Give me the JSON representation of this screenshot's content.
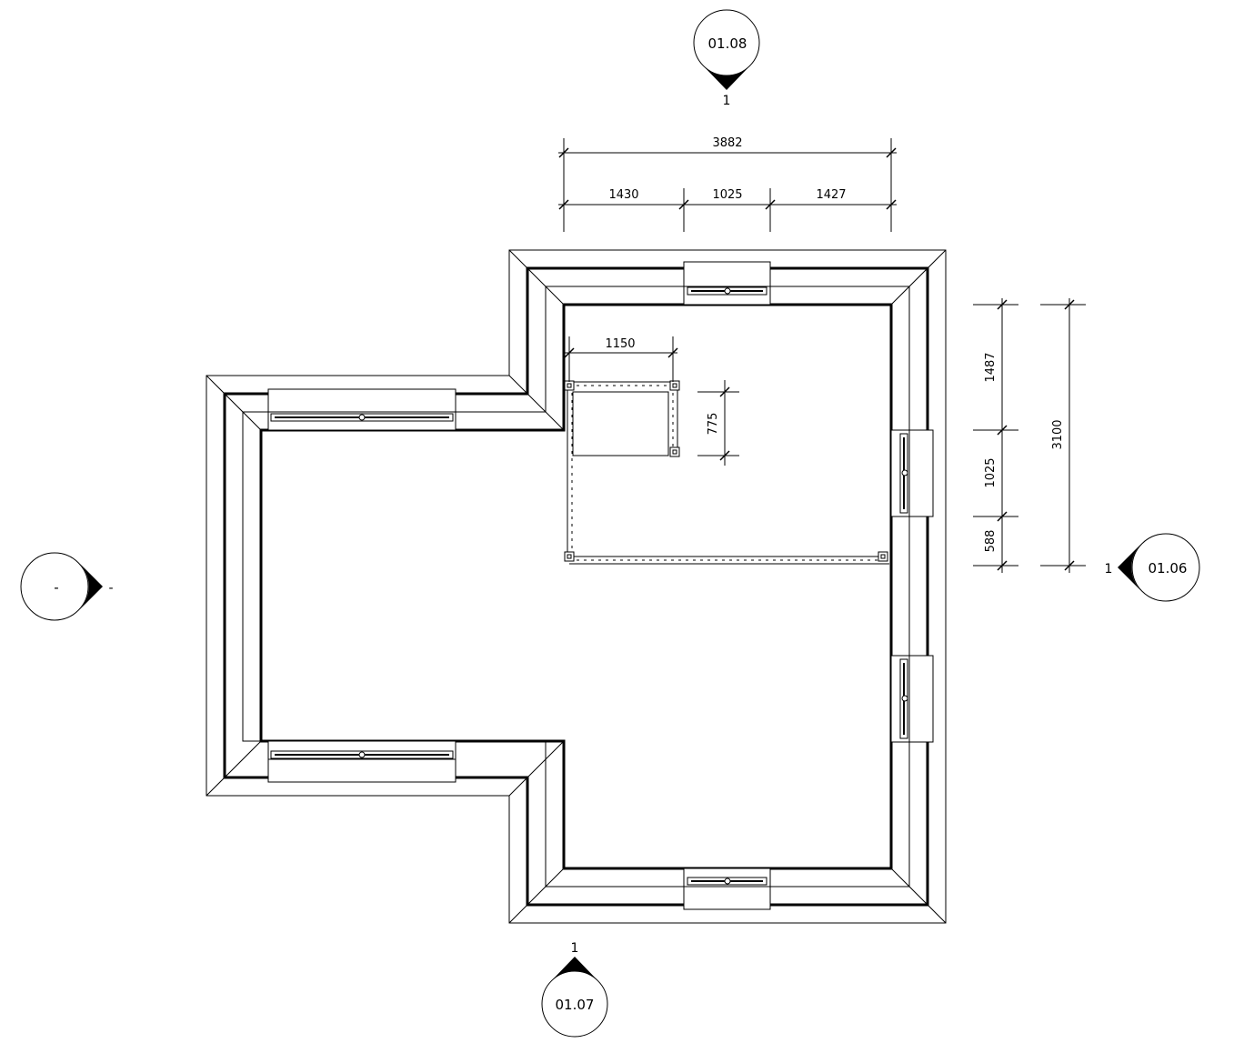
{
  "elevation_markers": {
    "north": {
      "label": "01.08",
      "sheet": "1"
    },
    "east": {
      "label": "01.06",
      "sheet": "1"
    },
    "south": {
      "label": "01.07",
      "sheet": "1"
    },
    "west": {
      "label": "-",
      "sheet": "-"
    }
  },
  "dimensions": {
    "overall_width": "3882",
    "width_left": "1430",
    "width_window": "1025",
    "width_right": "1427",
    "overall_depth": "3100",
    "depth_top": "1487",
    "depth_window": "1025",
    "depth_bottom": "588",
    "fixture_width": "1150",
    "fixture_depth": "775"
  }
}
